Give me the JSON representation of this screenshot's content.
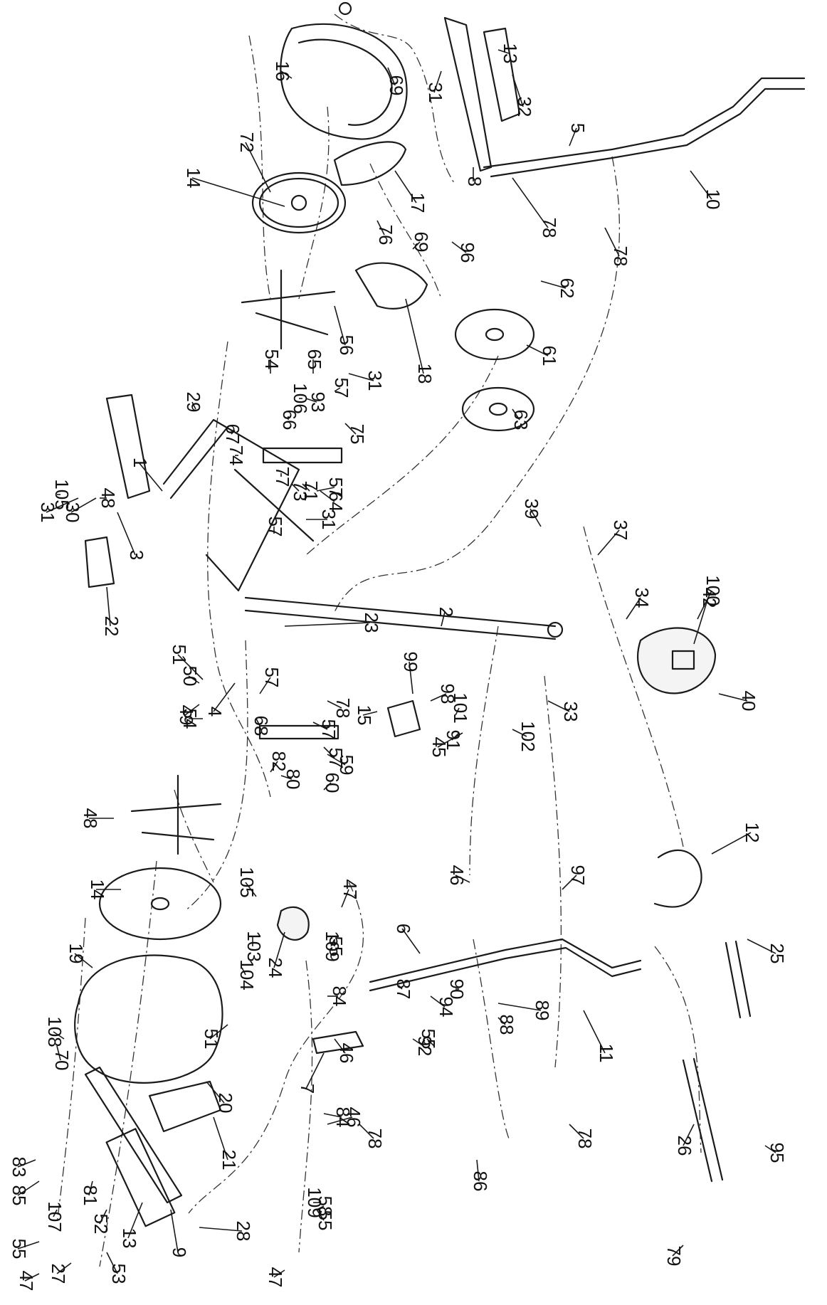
{
  "callouts": [
    "1",
    "2",
    "3",
    "4",
    "5",
    "6",
    "7",
    "8",
    "9",
    "10",
    "11",
    "12",
    "13",
    "13",
    "14",
    "14",
    "15",
    "16",
    "17",
    "18",
    "19",
    "20",
    "21",
    "22",
    "23",
    "24",
    "25",
    "26",
    "27",
    "28",
    "29",
    "30",
    "31",
    "31",
    "31",
    "31",
    "32",
    "33",
    "34",
    "37",
    "39",
    "40",
    "42",
    "45",
    "46",
    "46",
    "46",
    "47",
    "47",
    "47",
    "48",
    "48",
    "49",
    "50",
    "51",
    "51",
    "52",
    "53",
    "54",
    "54",
    "55",
    "55",
    "55",
    "55",
    "56",
    "57",
    "57",
    "57",
    "57",
    "57",
    "57",
    "58",
    "59",
    "60",
    "61",
    "62",
    "63",
    "64",
    "65",
    "66",
    "67",
    "68",
    "69",
    "69",
    "70",
    "71",
    "72",
    "73",
    "74",
    "75",
    "76",
    "77",
    "78",
    "78",
    "78",
    "78",
    "78",
    "79",
    "80",
    "81",
    "82",
    "83",
    "84",
    "84",
    "85",
    "86",
    "87",
    "88",
    "89",
    "90",
    "91",
    "92",
    "93",
    "94",
    "95",
    "96",
    "97",
    "98",
    "99",
    "100",
    "101",
    "102",
    "103",
    "104",
    "105",
    "105",
    "106",
    "107",
    "108",
    "109",
    "109"
  ]
}
